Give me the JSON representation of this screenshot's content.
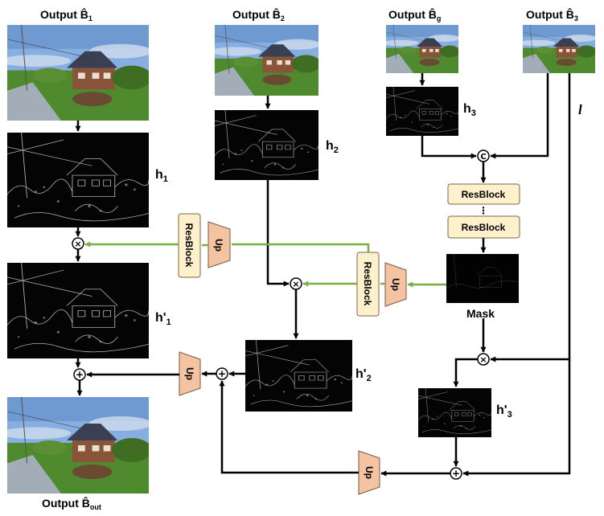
{
  "labels": {
    "out_b1": "Output  B̂",
    "out_b1_sub": "1",
    "out_b2": "Output  B̂",
    "out_b2_sub": "2",
    "out_bg": "Output  B̂",
    "out_bg_sub": "g",
    "out_b3": "Output  B̂",
    "out_b3_sub": "3",
    "out_final": "Output  B̂",
    "out_final_sub": "out",
    "h1": "h",
    "h1_sub": "1",
    "h2": "h",
    "h2_sub": "2",
    "h3": "h",
    "h3_sub": "3",
    "hp1": "h'",
    "hp1_sub": "1",
    "hp2": "h'",
    "hp2_sub": "2",
    "hp3": "h'",
    "hp3_sub": "3",
    "mask": "Mask",
    "l": "l"
  },
  "blocks": {
    "resblock": "ResBlock",
    "up": "Up",
    "dots": "⋮"
  },
  "ops": {
    "multiply": "×",
    "add": "+",
    "concat": "C"
  },
  "colors": {
    "arrow": "#000000",
    "green_arrow": "#77b043",
    "resblock_fill": "#fdf0cc",
    "resblock_stroke": "#7a6a40",
    "up_fill": "#f4c3a2",
    "up_stroke": "#7a5a45",
    "sky": "#7fa6d8",
    "grass": "#4e8a2e",
    "road": "#9aa6b2",
    "house": "#7a4a35",
    "dark_image": "#050505"
  }
}
